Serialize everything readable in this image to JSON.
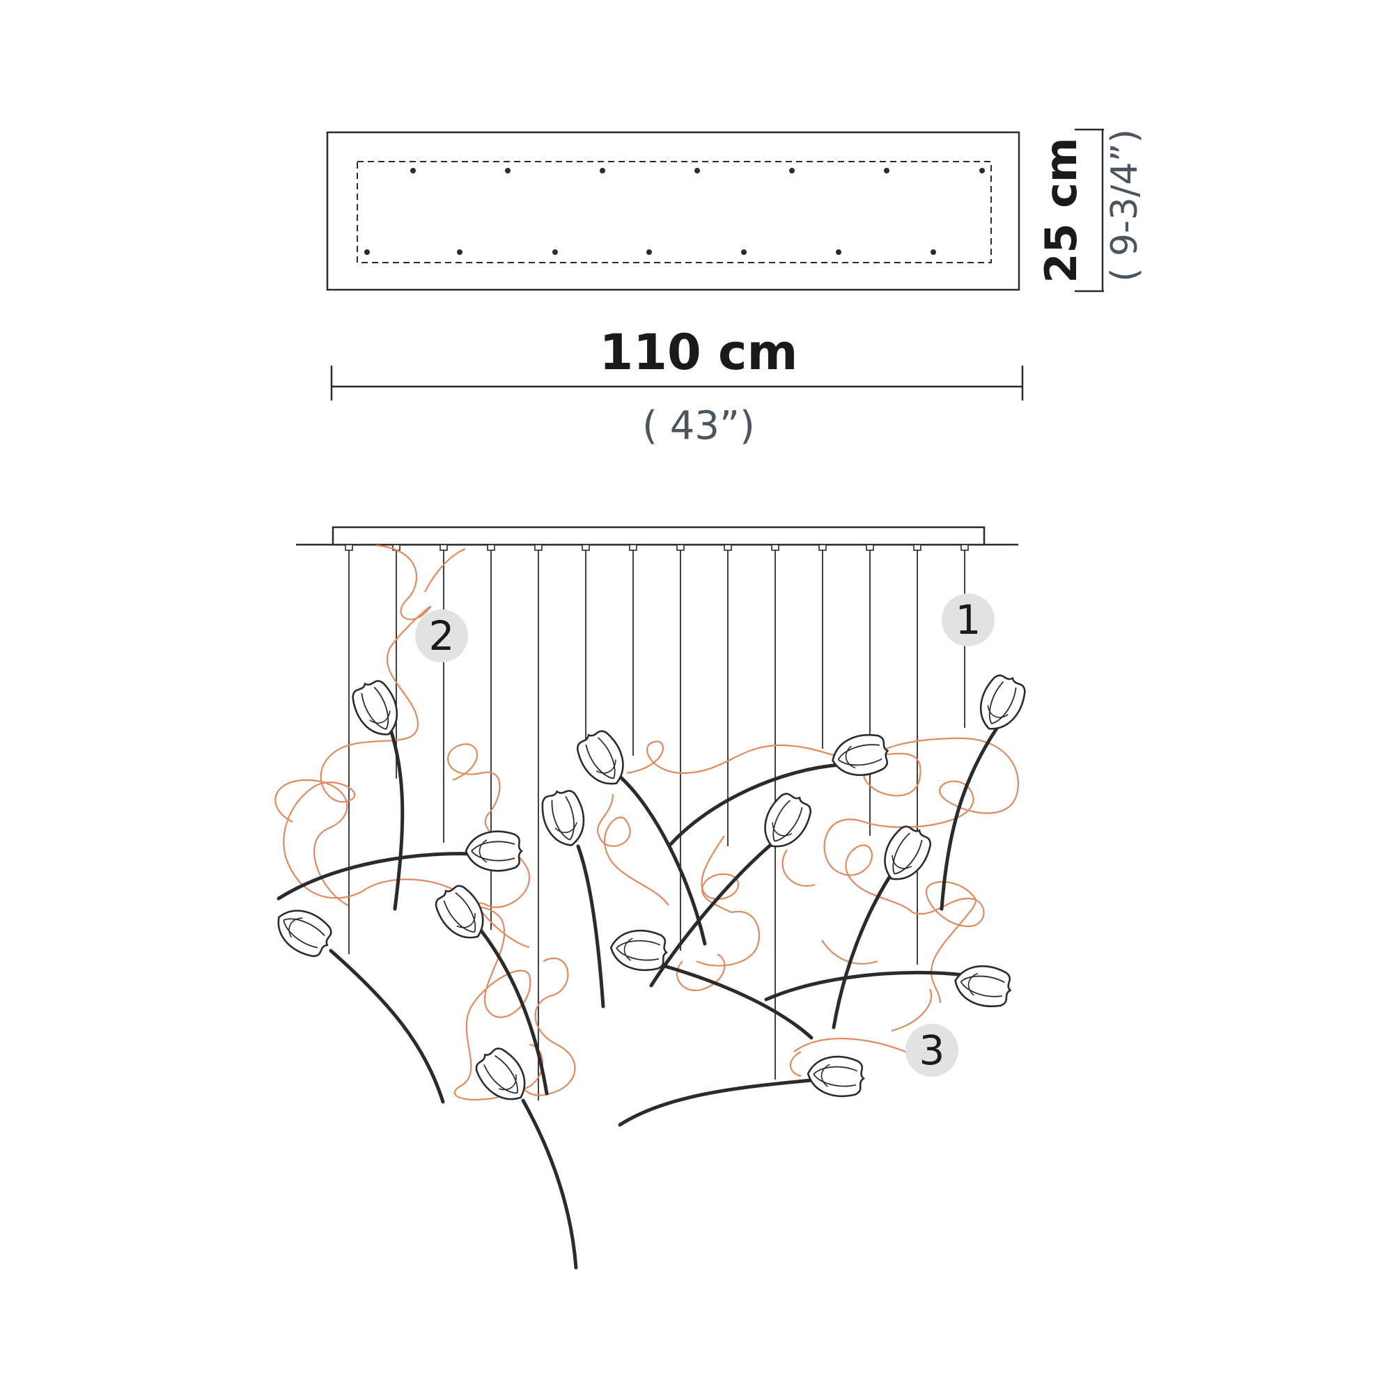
{
  "dimensions": {
    "width_metric": "110 cm",
    "width_imperial": "( 43”)",
    "depth_metric": "25 cm",
    "depth_imperial": "( 9-3/4”)"
  },
  "callouts": [
    {
      "label": "1"
    },
    {
      "label": "2"
    },
    {
      "label": "3"
    }
  ],
  "colors": {
    "line": "#2b2b2b",
    "wire": "#e08a5f",
    "callout_fill": "#e2e2e2",
    "imperial_text": "#4a5560"
  },
  "canopy": {
    "pendant_count": 14
  }
}
